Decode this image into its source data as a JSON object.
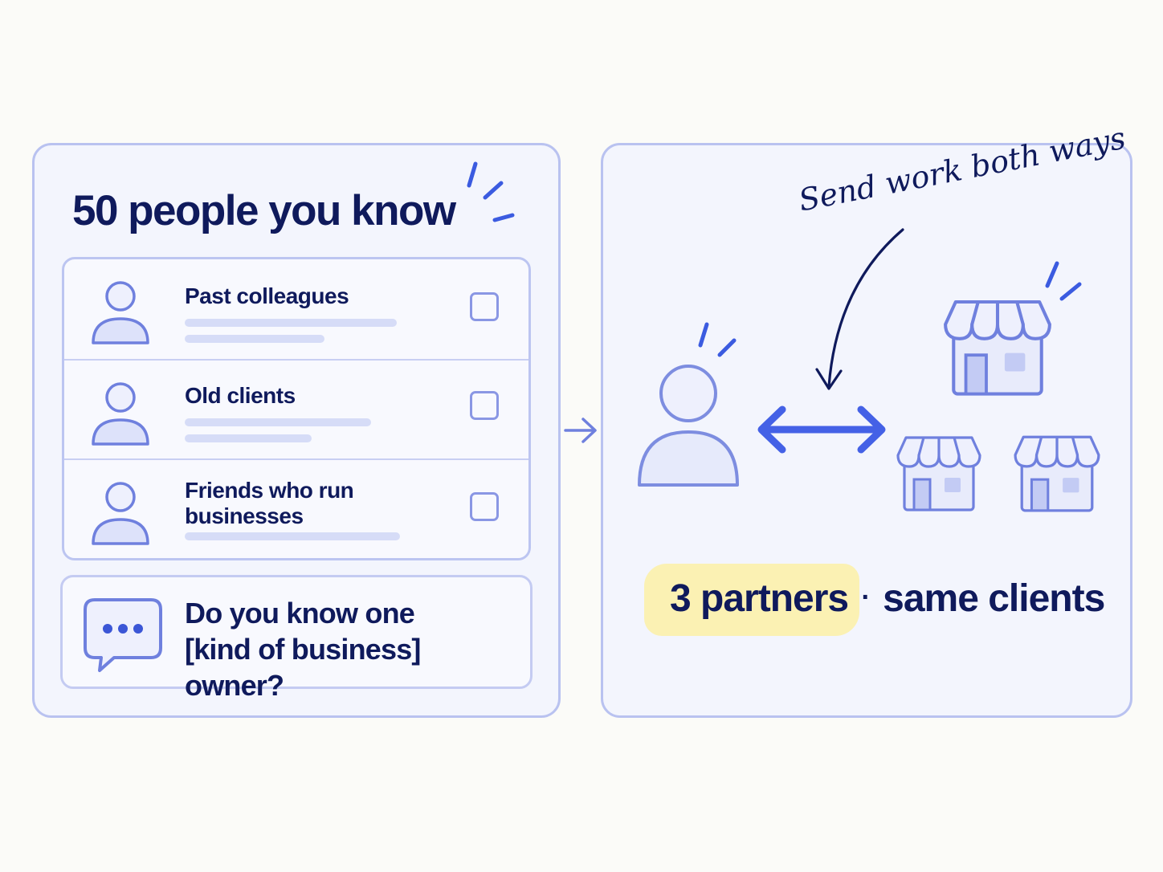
{
  "left": {
    "title": "50 people you know",
    "items": [
      {
        "label": "Past colleagues",
        "checked": false,
        "icon": "person-icon"
      },
      {
        "label": "Old clients",
        "checked": false,
        "icon": "person-icon"
      },
      {
        "label": "Friends who run businesses",
        "checked": false,
        "icon": "person-icon"
      }
    ],
    "prompt": {
      "line1": "Do you know one",
      "line2": "[kind of business] owner?",
      "icon": "chat-bubble-icon"
    }
  },
  "connector_icon": "arrow-right-icon",
  "right": {
    "annotation": "Send work both ways",
    "person_icon": "person-icon",
    "exchange_icon": "double-arrow-icon",
    "shop_icon": "storefront-icon",
    "shop_count": 3,
    "summary": {
      "highlight": "3 partners",
      "separator": "·",
      "rest": "same clients"
    }
  },
  "colors": {
    "navy": "#0f1a5c",
    "accent_blue": "#4461e6",
    "soft_blue": "#8a97e4",
    "panel_border": "#b9c2f0",
    "highlight_yellow": "#fbf1b3"
  }
}
